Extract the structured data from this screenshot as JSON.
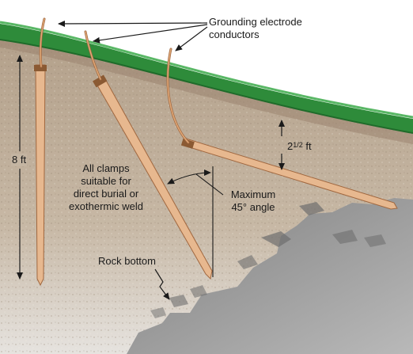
{
  "labels": {
    "grounding_line1": "Grounding electrode",
    "grounding_line2": "conductors",
    "eight_ft": "8 ft",
    "two_half_ft_whole": "2",
    "two_half_ft_frac": "1/2",
    "two_half_ft_unit": " ft",
    "clamps_line1": "All clamps",
    "clamps_line2": "suitable for",
    "clamps_line3": "direct burial or",
    "clamps_line4": "exothermic weld",
    "max_line1": "Maximum",
    "max_line2": "45° angle",
    "rock_bottom": "Rock bottom"
  },
  "colors": {
    "grass": "#2e8b3a",
    "soil": "#b9a995",
    "rock": "#8e8e8e",
    "rod": "#e7b88f",
    "rod_outline": "#a0673f",
    "wire": "#c98b54",
    "arrow": "#1a1a1a"
  }
}
